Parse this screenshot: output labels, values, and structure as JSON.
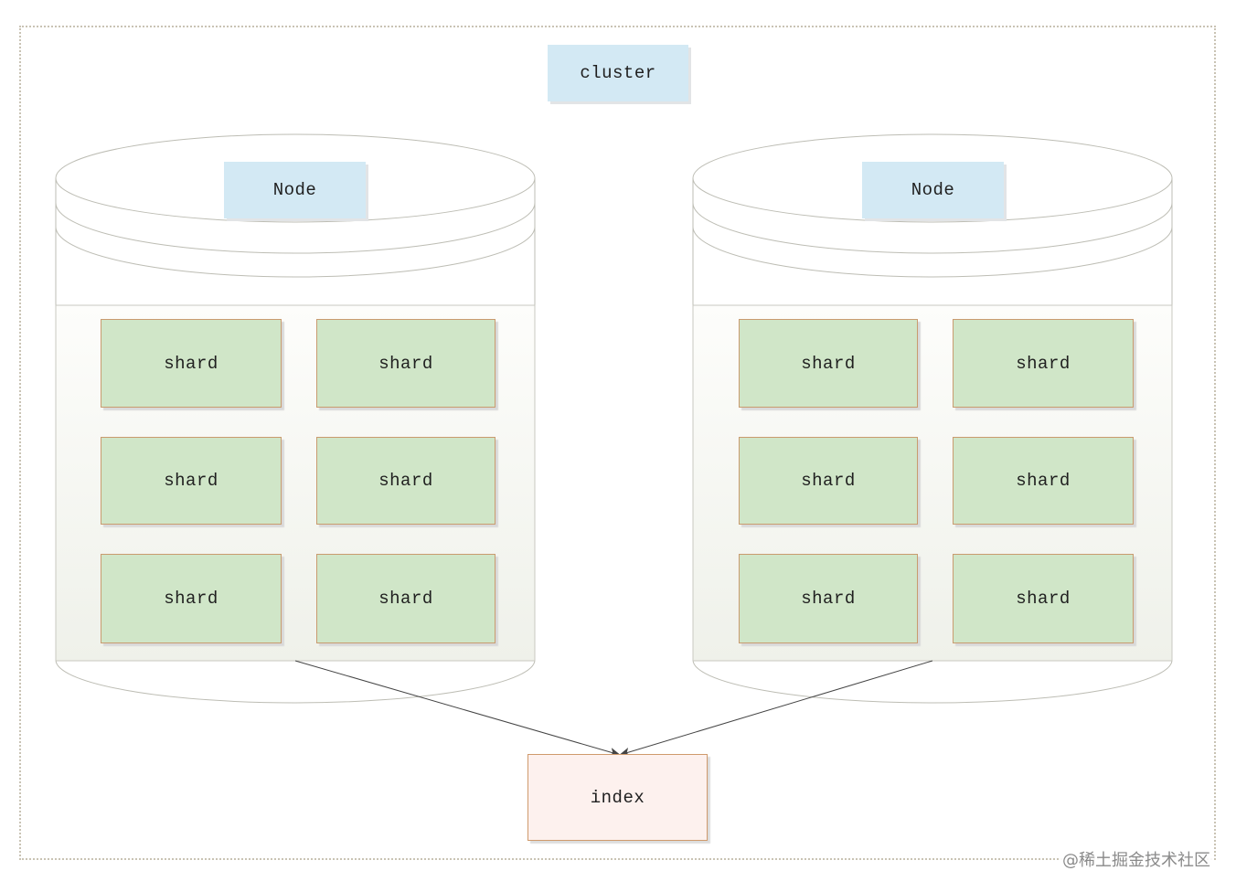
{
  "cluster_label": "cluster",
  "nodes": [
    {
      "label": "Node",
      "shards": [
        "shard",
        "shard",
        "shard",
        "shard",
        "shard",
        "shard"
      ]
    },
    {
      "label": "Node",
      "shards": [
        "shard",
        "shard",
        "shard",
        "shard",
        "shard",
        "shard"
      ]
    }
  ],
  "index_label": "index",
  "watermark": "@稀土掘金技术社区",
  "colors": {
    "label_fill": "#d3e9f4",
    "shard_fill": "#d0e6c8",
    "shard_border": "#c99b6f",
    "index_fill": "#fdf1ee",
    "outline": "#bdbdb4"
  }
}
